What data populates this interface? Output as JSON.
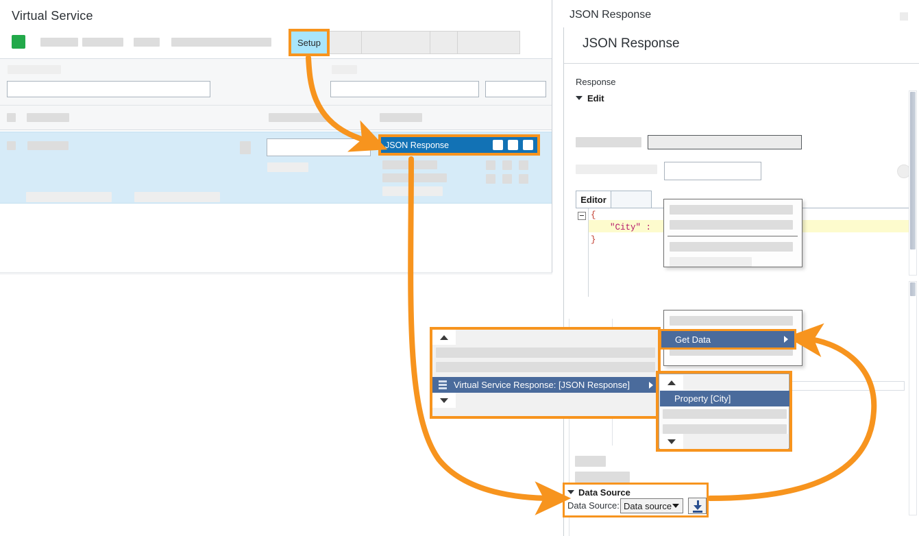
{
  "left_panel": {
    "title": "Virtual Service",
    "tab_setup_label": "Setup",
    "json_response_bar": {
      "label": "JSON Response",
      "window_buttons": [
        "minimize-button",
        "maximize-button",
        "close-button"
      ]
    }
  },
  "right_panel": {
    "window_title": "JSON Response",
    "dialog_title": "JSON Response",
    "response_label": "Response",
    "edit_group_label": "Edit",
    "tabs": [
      {
        "label": "Editor"
      },
      {
        "label": ""
      }
    ],
    "editor": {
      "lines": [
        {
          "text": "{",
          "kind": "brace"
        },
        {
          "text": "\"City\" :",
          "kind": "key",
          "highlighted": true
        },
        {
          "text": "}",
          "kind": "brace"
        }
      ],
      "open_brace": "{",
      "key_line": "\"City\" :",
      "close_brace": "}"
    }
  },
  "menus": {
    "context_menu": {
      "selected_item": "Virtual Service Response: [JSON Response]",
      "scroll_up": "scroll-up-arrow",
      "scroll_down": "scroll-down-arrow"
    },
    "get_data_menu": {
      "selected_item": "Get Data"
    },
    "property_menu": {
      "selected_item": "Property [City]",
      "scroll_up": "scroll-up-arrow",
      "scroll_down": "scroll-down-arrow"
    }
  },
  "data_source": {
    "group_label": "Data Source",
    "field_label": "Data Source:",
    "selected_value": "Data source",
    "import_button": "import-button"
  },
  "colors": {
    "annotation": "#f7941e",
    "title_bar_blue": "#1272b5",
    "selected_row_blue": "#d6ebf8",
    "tab_highlight_blue": "#a9e5fb",
    "menu_select_blue": "#4a6b9c",
    "status_green": "#22a94a",
    "code_key_magenta": "#b5186b",
    "code_brace_red": "#c0392b",
    "code_highlight_yellow": "#fdfbcd"
  }
}
